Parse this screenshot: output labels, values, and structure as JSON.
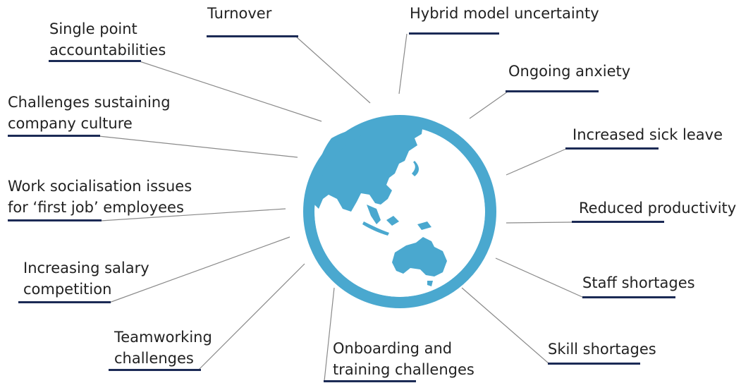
{
  "colors": {
    "globe_ocean": "#4aa8cf",
    "globe_land": "#ffffff",
    "underline": "#1b2a55",
    "connector": "#8a8a8a",
    "text": "#222222"
  },
  "center_icon": "globe-icon",
  "labels": {
    "turnover": "Turnover",
    "hybrid_model_uncertainty": "Hybrid model uncertainty",
    "single_point_accountabilities": [
      "Single point",
      "accountabilities"
    ],
    "ongoing_anxiety": "Ongoing anxiety",
    "challenges_sustaining_company_culture": [
      "Challenges sustaining",
      "company culture"
    ],
    "increased_sick_leave": "Increased sick leave",
    "work_socialisation_issues": [
      "Work socialisation issues",
      "for ‘first job’ employees"
    ],
    "reduced_productivity": "Reduced productivity",
    "increasing_salary_competition": [
      "Increasing salary",
      "competition"
    ],
    "staff_shortages": "Staff shortages",
    "teamworking_challenges": [
      "Teamworking",
      "challenges"
    ],
    "skill_shortages": "Skill shortages",
    "onboarding_and_training_challenges": [
      "Onboarding and",
      "training challenges"
    ]
  }
}
